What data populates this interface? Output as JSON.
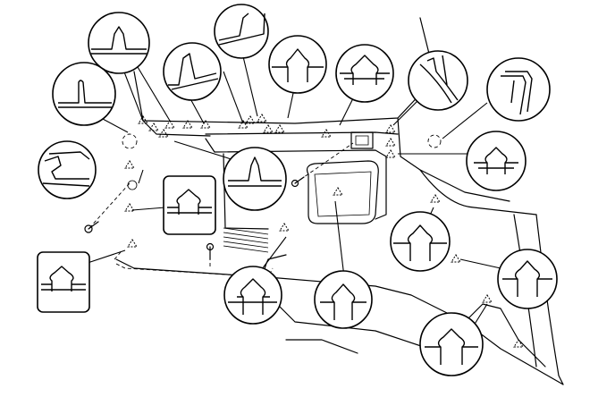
{
  "figure": {
    "kind": "installation-diagram",
    "subject": "interior-trim-panel-clips",
    "markers": {
      "icon": "dashed-triangle-clip-marker-icon",
      "count": 24
    },
    "callouts": {
      "circle_count": 15,
      "box_count": 2
    },
    "dashed_circle_markers": 2,
    "screws": 3,
    "line_color": "#000000",
    "background_color": "#ffffff"
  }
}
